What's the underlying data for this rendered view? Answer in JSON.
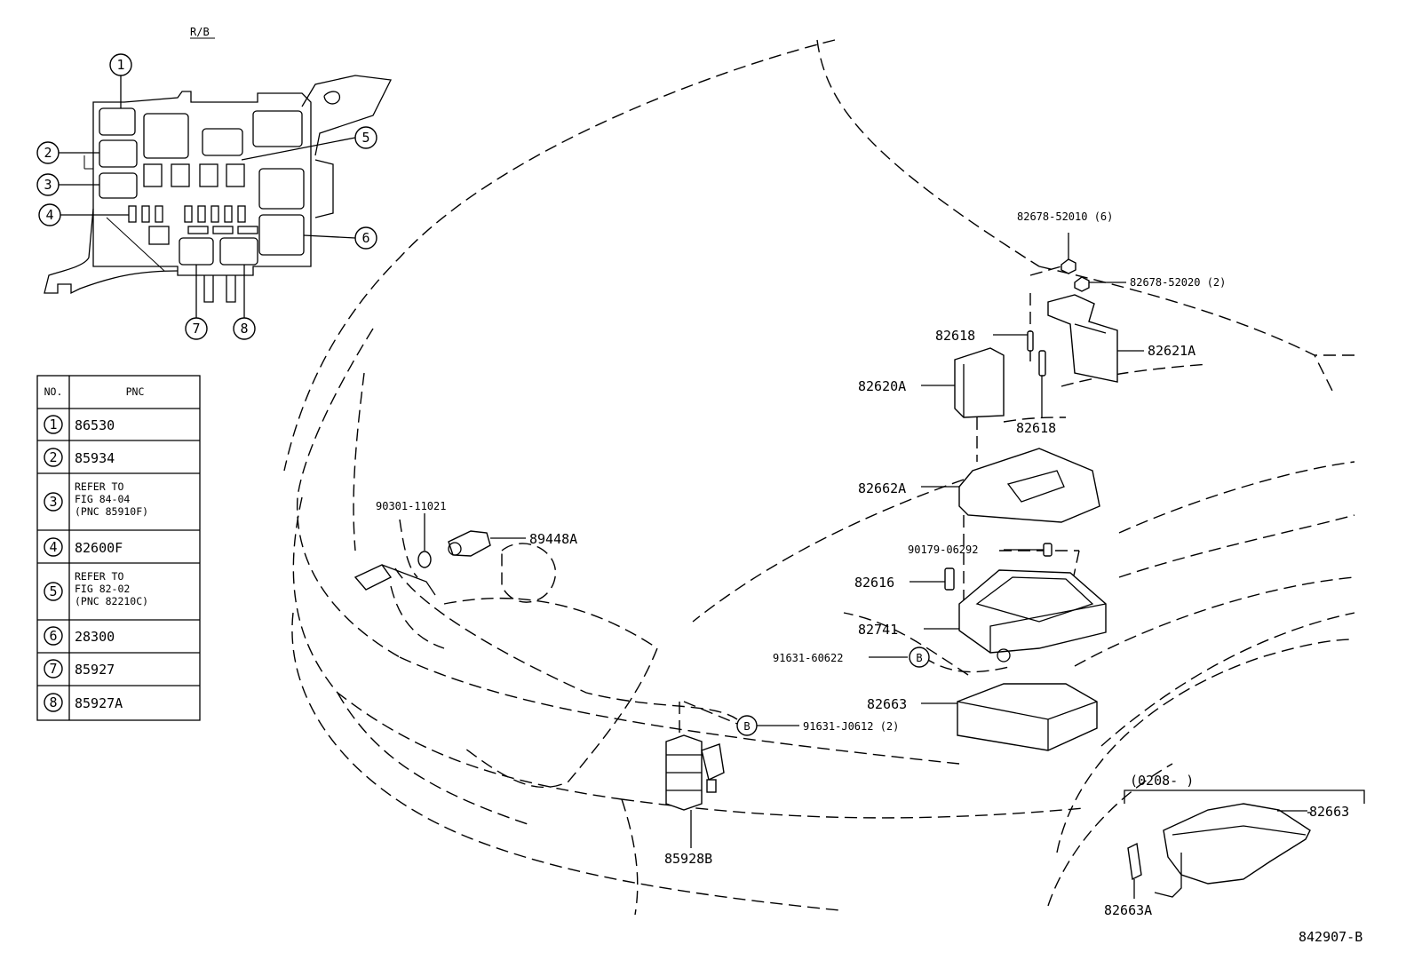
{
  "rb_label": "R/B",
  "drawing_id": "842907-B",
  "table": {
    "header_no": "NO.",
    "header_pnc": "PNC",
    "rows": [
      {
        "no": "1",
        "pnc": [
          "86530"
        ]
      },
      {
        "no": "2",
        "pnc": [
          "85934"
        ]
      },
      {
        "no": "3",
        "pnc": [
          "REFER TO",
          "FIG 84-04",
          "(PNC 85910F)"
        ]
      },
      {
        "no": "4",
        "pnc": [
          "82600F"
        ]
      },
      {
        "no": "5",
        "pnc": [
          "REFER TO",
          "FIG 82-02",
          "(PNC 82210C)"
        ]
      },
      {
        "no": "6",
        "pnc": [
          "28300"
        ]
      },
      {
        "no": "7",
        "pnc": [
          "85927"
        ]
      },
      {
        "no": "8",
        "pnc": [
          "85927A"
        ]
      }
    ]
  },
  "callouts": [
    "1",
    "2",
    "3",
    "4",
    "5",
    "6",
    "7",
    "8"
  ],
  "parts": {
    "p82678_52010": "82678-52010 (6)",
    "p82678_52020": "82678-52020 (2)",
    "p82618_top": "82618",
    "p82621A": "82621A",
    "p82620A": "82620A",
    "p82618_bottom": "82618",
    "p82662A": "82662A",
    "p90179": "90179-06292",
    "p82616": "82616",
    "p82741": "82741",
    "p91631_60622": "91631-60622",
    "p82663": "82663",
    "p91631_J0612": "91631-J0612 (2)",
    "p90301": "90301-11021",
    "p89448A": "89448A",
    "p85928B": "85928B",
    "date_range": "(0208-       )",
    "p82663_inset": "82663",
    "p82663A": "82663A"
  },
  "ref_marker": "B"
}
